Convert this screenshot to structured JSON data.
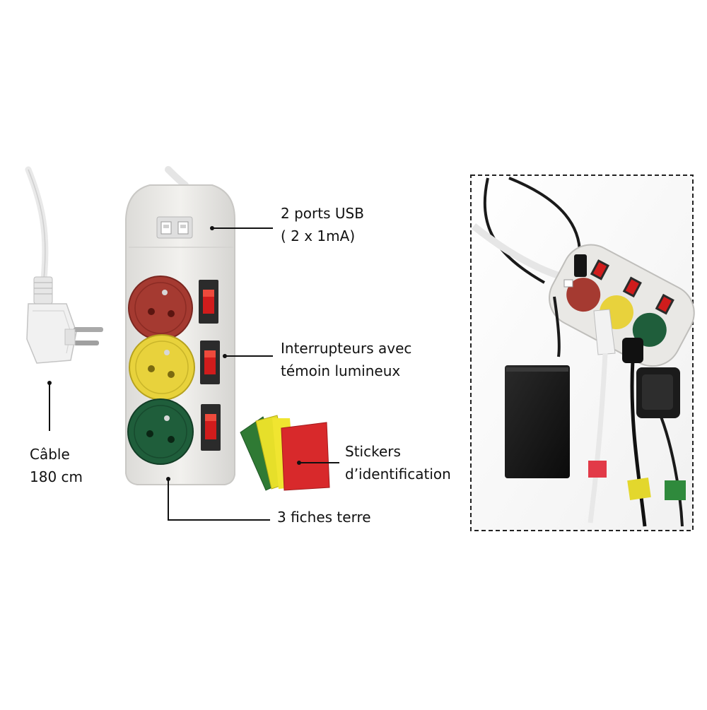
{
  "labels": {
    "usb": {
      "line1": "2 ports USB",
      "line2": "( 2 x 1mA)"
    },
    "switches": {
      "line1": "Interrupteurs avec",
      "line2": "témoin lumineux"
    },
    "stickers": {
      "line1": "Stickers",
      "line2": "d’identification"
    },
    "cable": {
      "line1": "Câble",
      "line2": "180 cm"
    },
    "ground": {
      "line1": "3 fiches terre"
    }
  },
  "socket_colors": [
    "#a53a31",
    "#e8d23c",
    "#1f5e3b"
  ],
  "sticker_colors": [
    "#2f7a34",
    "#e6df2a",
    "#d8292b"
  ],
  "colors": {
    "strip_body": "#ecebe8",
    "switch_red": "#d01c1c",
    "leader_line": "#111111",
    "frame_dash": "#222222"
  },
  "icons": [
    "power-plug-icon",
    "usb-port-icon",
    "rocker-switch-icon"
  ]
}
